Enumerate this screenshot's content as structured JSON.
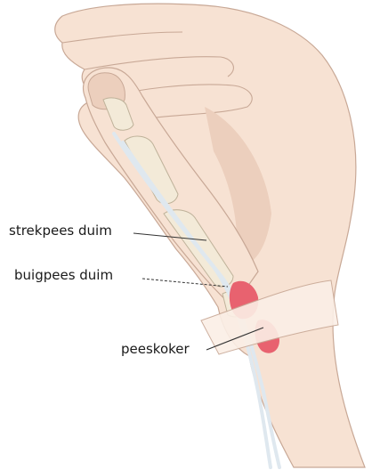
{
  "labels": {
    "extensor_tendon": "strekpees duim",
    "flexor_tendon": "buigpees duim",
    "tendon_sheath": "peeskoker"
  },
  "colors": {
    "skin": "#f7e2d3",
    "skin_outline": "#c8a896",
    "skin_shadow": "#eccfbd",
    "bone": "#f3ead8",
    "bone_outline": "#bfb29a",
    "tendon": "#dfe8ef",
    "tendon_outline": "#9fb3c4",
    "inflamed_sheath": "#e8626f",
    "band": "#fbefe6",
    "leader_line": "#333333"
  }
}
